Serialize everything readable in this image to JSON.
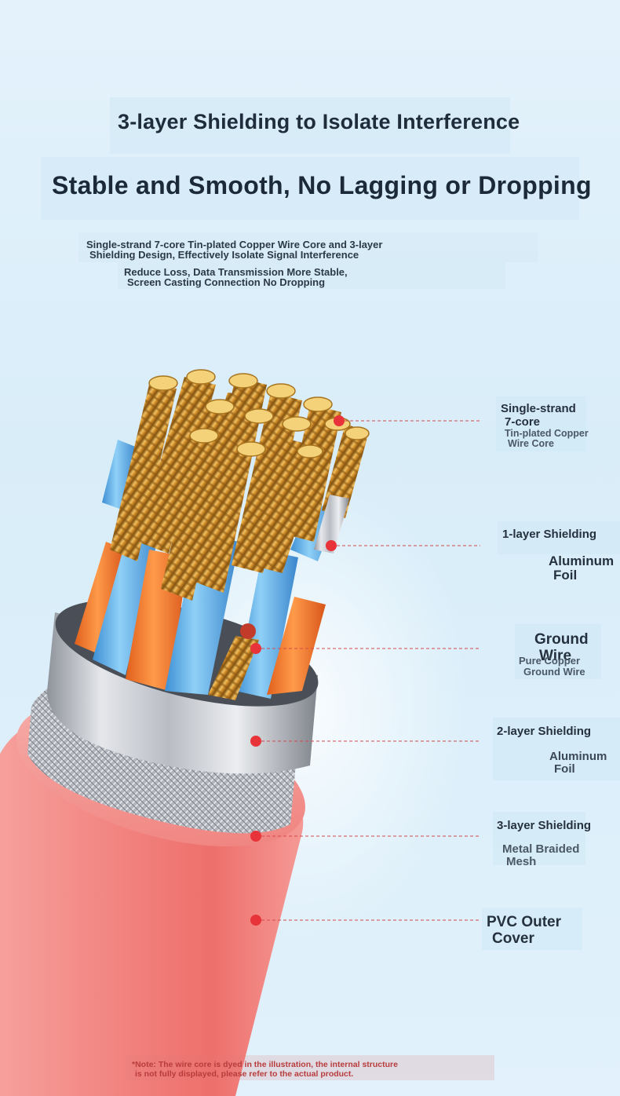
{
  "header": {
    "title_line1": "3-layer Shielding to Isolate Interference",
    "title_line2": "Stable and Smooth, No Lagging or Dropping",
    "desc1_line1": "Single-strand 7-core Tin-plated Copper Wire Core and 3-layer",
    "desc1_line2": "Shielding Design, Effectively Isolate Signal Interference",
    "desc2_line1": "Reduce Loss, Data Transmission More Stable,",
    "desc2_line2": "Screen Casting Connection No Dropping"
  },
  "callouts": [
    {
      "title_a": "Single-strand",
      "title_b": "7-core",
      "sub_a": "Tin-plated Copper",
      "sub_b": "Wire Core"
    },
    {
      "title_a": "1-layer Shielding",
      "sub_a": "Aluminum",
      "sub_b": "Foil"
    },
    {
      "title_a": "Ground",
      "title_b": "Wire",
      "sub_a": "Pure Copper",
      "sub_b": "Ground Wire"
    },
    {
      "title_a": "2-layer Shielding",
      "sub_a": "Aluminum",
      "sub_b": "Foil"
    },
    {
      "title_a": "3-layer Shielding",
      "sub_a": "Metal Braided",
      "sub_b": "Mesh"
    },
    {
      "title_a": "PVC Outer",
      "title_b": "Cover"
    }
  ],
  "note": {
    "line1": "*Note: The wire core is dyed in the illustration, the internal structure",
    "line2": "is not fully displayed, please refer to the actual product."
  },
  "colors": {
    "marker": "#e8333a",
    "leader_line": "#d24a4a",
    "cable_outer": "#f07a78",
    "copper": "#d9982e",
    "insulation_blue": "#5aaee8",
    "insulation_orange": "#f27a2a",
    "shield_silver": "#c9ccd2"
  }
}
